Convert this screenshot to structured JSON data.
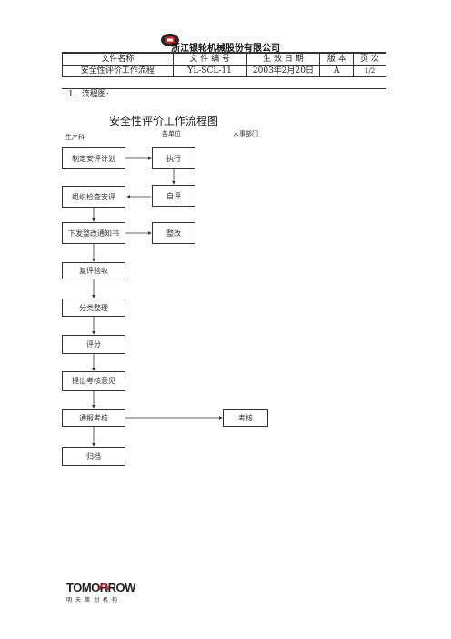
{
  "header": {
    "company": "浙江银轮机械股份有限公司",
    "columns": [
      "文件名称",
      "文 件 编 号",
      "生 效 日 期",
      "版 本",
      "页 次"
    ],
    "values": [
      "安全性评价工作流程",
      "YL-SCL-11",
      "2003年2月20日",
      "A",
      "1/2"
    ]
  },
  "section_title": "1．流程图:",
  "flow": {
    "title": "安全性评价工作流程图",
    "departments": [
      "生产科",
      "各单位",
      "人事部门"
    ],
    "steps": [
      "制定安评计划",
      "执行",
      "自评",
      "组织检查安评",
      "下发整改通知书",
      "整改",
      "复评验收",
      "分类整理",
      "评分",
      "提出考核意见",
      "通报考核",
      "考核",
      "归档"
    ]
  },
  "footer": {
    "brand": "TOMORROW",
    "sub": "明天策划机构"
  },
  "colors": {
    "line": "#333333",
    "brand_red": "#cc1f1f"
  }
}
